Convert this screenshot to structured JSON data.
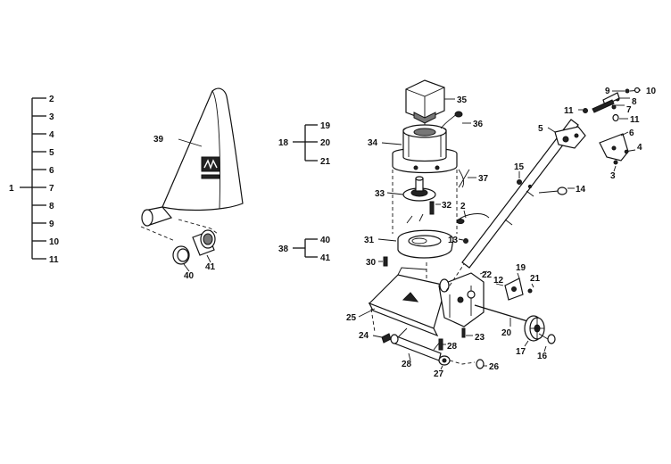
{
  "legend_left": {
    "root": "1",
    "items": [
      "2",
      "3",
      "4",
      "5",
      "6",
      "7",
      "8",
      "9",
      "10",
      "11"
    ]
  },
  "group_18": {
    "root": "18",
    "items": [
      "19",
      "20",
      "21"
    ]
  },
  "group_38": {
    "root": "38",
    "items": [
      "40",
      "41"
    ]
  },
  "callouts": {
    "p2": "2",
    "p3": "3",
    "p4": "4",
    "p5": "5",
    "p6": "6",
    "p7": "7",
    "p8": "8",
    "p9": "9",
    "p10": "10",
    "p11a": "11",
    "p11b": "11",
    "p12": "12",
    "p13": "13",
    "p14": "14",
    "p15": "15",
    "p16": "16",
    "p17": "17",
    "p19": "19",
    "p20": "20",
    "p21": "21",
    "p22": "22",
    "p23": "23",
    "p24": "24",
    "p25": "25",
    "p26": "26",
    "p27": "27",
    "p28a": "28",
    "p28b": "28",
    "p30": "30",
    "p31": "31",
    "p32": "32",
    "p33": "33",
    "p34": "34",
    "p35": "35",
    "p36": "36",
    "p37": "37",
    "p39": "39",
    "p40": "40",
    "p41": "41"
  }
}
